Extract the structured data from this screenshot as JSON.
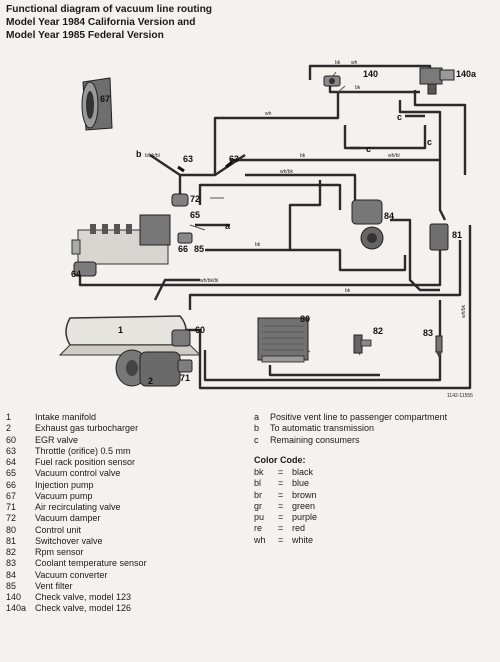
{
  "title_lines": [
    "Functional diagram of vacuum line routing",
    "Model Year 1984 California Version and",
    "Model Year 1985 Federal Version"
  ],
  "diagram": {
    "callouts": [
      "67",
      "140",
      "140a",
      "63",
      "63",
      "72",
      "65",
      "66",
      "85",
      "84",
      "81",
      "64",
      "1",
      "60",
      "80",
      "82",
      "83",
      "2",
      "71",
      "a",
      "b",
      "c",
      "c",
      "c"
    ],
    "wire_codes": [
      "bk",
      "wh",
      "bk",
      "wh",
      "wh/bl",
      "wh/bk",
      "bk",
      "b/bk/bl",
      "bk",
      "wh/bk/bl",
      "bk",
      "wh/bk"
    ],
    "figure_id": "1142-11555"
  },
  "components": [
    {
      "num": "1",
      "label": "Intake manifold"
    },
    {
      "num": "2",
      "label": "Exhaust gas turbocharger"
    },
    {
      "num": "60",
      "label": "EGR valve"
    },
    {
      "num": "63",
      "label": "Throttle (orifice) 0.5 mm"
    },
    {
      "num": "64",
      "label": "Fuel rack position sensor"
    },
    {
      "num": "65",
      "label": "Vacuum control valve"
    },
    {
      "num": "66",
      "label": "Injection pump"
    },
    {
      "num": "67",
      "label": "Vacuum pump"
    },
    {
      "num": "71",
      "label": "Air recirculating valve"
    },
    {
      "num": "72",
      "label": "Vacuum damper"
    },
    {
      "num": "80",
      "label": "Control unit"
    },
    {
      "num": "81",
      "label": "Switchover valve"
    },
    {
      "num": "82",
      "label": "Rpm sensor"
    },
    {
      "num": "83",
      "label": "Coolant temperature sensor"
    },
    {
      "num": "84",
      "label": "Vacuum converter"
    },
    {
      "num": "85",
      "label": "Vent filter"
    },
    {
      "num": "140",
      "label": "Check valve, model 123"
    },
    {
      "num": "140a",
      "label": "Check valve, model 126"
    }
  ],
  "notes": [
    {
      "key": "a",
      "label": "Positive vent line to passenger compartment"
    },
    {
      "key": "b",
      "label": "To automatic transmission"
    },
    {
      "key": "c",
      "label": "Remaining consumers"
    }
  ],
  "color_code": {
    "title": "Color Code:",
    "equals": "=",
    "items": [
      {
        "abbr": "bk",
        "name": "black"
      },
      {
        "abbr": "bl",
        "name": "blue"
      },
      {
        "abbr": "br",
        "name": "brown"
      },
      {
        "abbr": "gr",
        "name": "green"
      },
      {
        "abbr": "pu",
        "name": "purple"
      },
      {
        "abbr": "re",
        "name": "red"
      },
      {
        "abbr": "wh",
        "name": "white"
      }
    ]
  },
  "colors": {
    "line": "#2b2b2b",
    "component_fill": "#7d7d7d",
    "component_dark": "#4a4a4a",
    "background": "#f4f2ee"
  }
}
